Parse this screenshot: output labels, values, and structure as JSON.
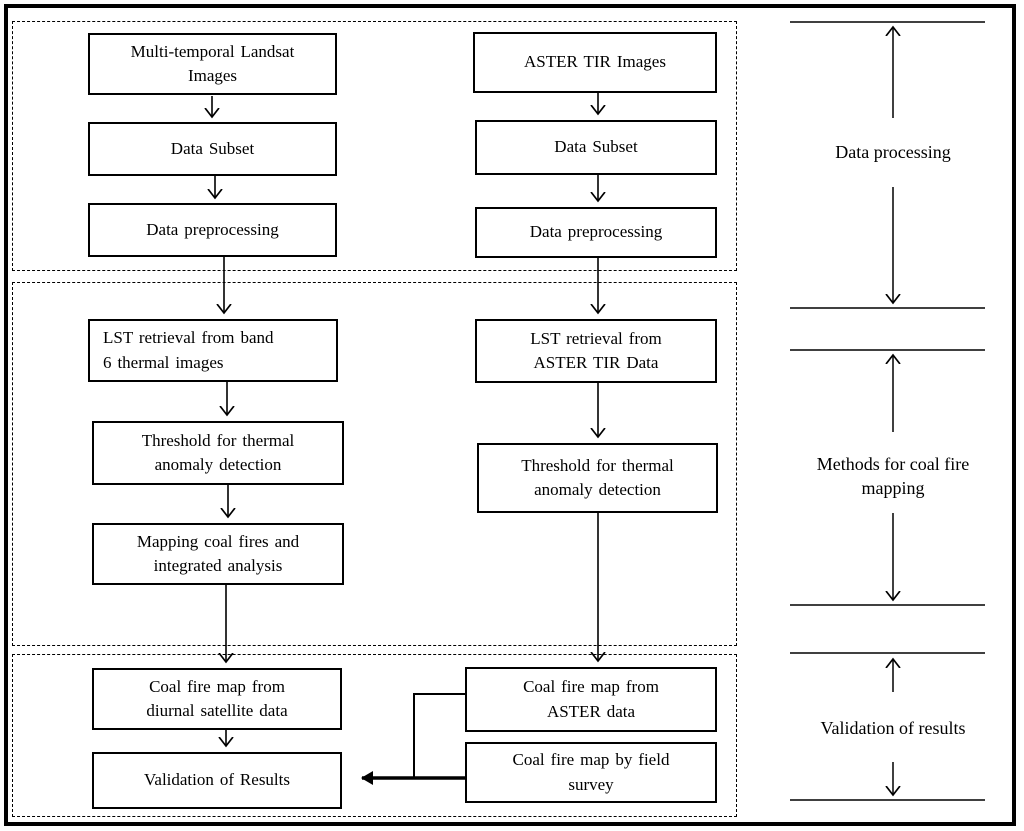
{
  "colors": {
    "ink": "#000000",
    "background": "#ffffff"
  },
  "nodes": {
    "landsat": "Multi-temporal Landsat\nImages",
    "subset_left": "Data Subset",
    "preprocessing_left": "Data preprocessing",
    "lst_left": "LST retrieval from band\n6 thermal images",
    "threshold_left": "Threshold for thermal\nanomaly detection",
    "mapping": "Mapping coal fires and\nintegrated analysis",
    "coalmap_diurnal": "Coal fire map from\ndiurnal satellite data",
    "validation_results": "Validation of Results",
    "aster": "ASTER TIR Images",
    "subset_right": "Data Subset",
    "preprocessing_right": "Data preprocessing",
    "lst_right": "LST retrieval from\nASTER TIR Data",
    "threshold_right": "Threshold for thermal\nanomaly detection",
    "coalmap_aster": "Coal fire map from\nASTER data",
    "coalmap_field": "Coal fire map by field\nsurvey"
  },
  "stages": {
    "processing": "Data processing",
    "methods": "Methods for coal fire\nmapping",
    "validation": "Validation  of results"
  }
}
